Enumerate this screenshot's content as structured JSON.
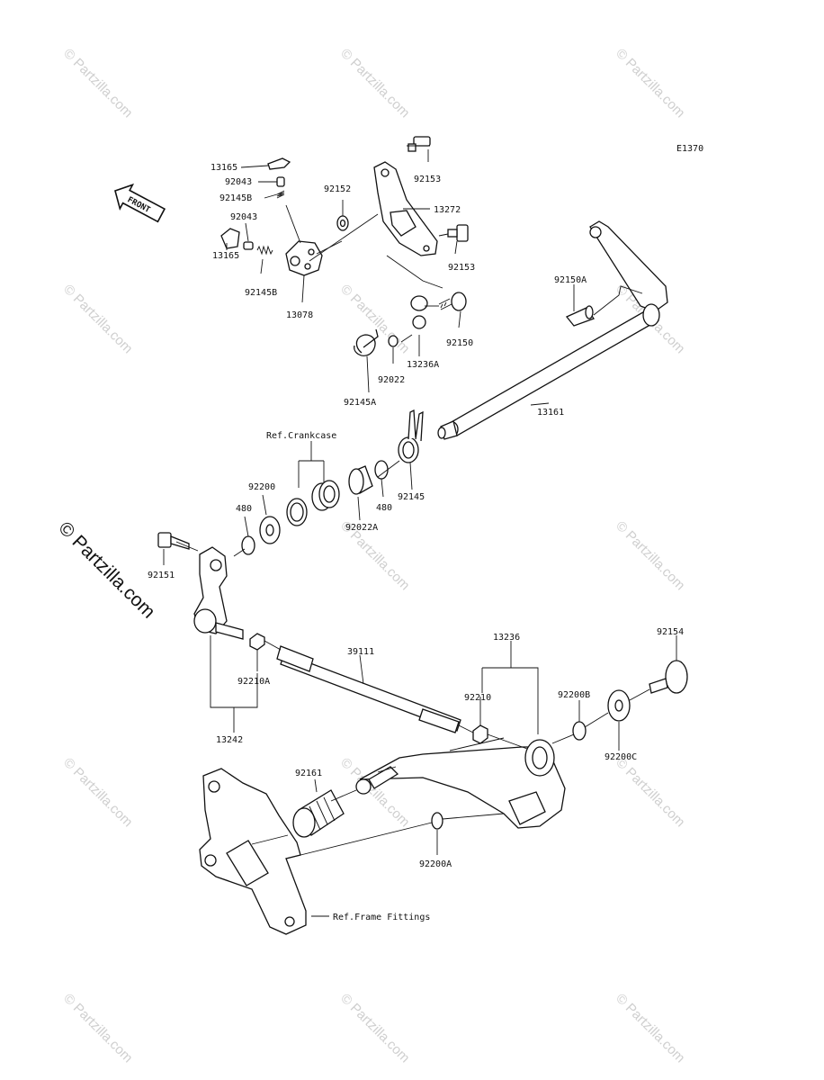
{
  "diagram": {
    "code": "E1370",
    "front_badge": "FRONT",
    "parts": {
      "p13165a": "13165",
      "p92043a": "92043",
      "p92145Ba": "92145B",
      "p92043b": "92043",
      "p13165b": "13165",
      "p92145Bb": "92145B",
      "p13078": "13078",
      "p92152": "92152",
      "p13272": "13272",
      "p92153a": "92153",
      "p92153b": "92153",
      "p92150A": "92150A",
      "p92150": "92150",
      "p13236A": "13236A",
      "p92022": "92022",
      "p92145A": "92145A",
      "p13161": "13161",
      "ref_crankcase": "Ref.Crankcase",
      "p92200": "92200",
      "p480a": "480",
      "p480b": "480",
      "p92022A": "92022A",
      "p92145": "92145",
      "p92151": "92151",
      "p92210A": "92210A",
      "p13242": "13242",
      "p39111": "39111",
      "p13236": "13236",
      "p92210": "92210",
      "p92200B": "92200B",
      "p92154": "92154",
      "p92200C": "92200C",
      "p92161": "92161",
      "p92200A": "92200A",
      "ref_frame": "Ref.Frame Fittings"
    }
  },
  "watermark": {
    "small": "© Partzilla.com",
    "large": "© Partzilla.com"
  }
}
